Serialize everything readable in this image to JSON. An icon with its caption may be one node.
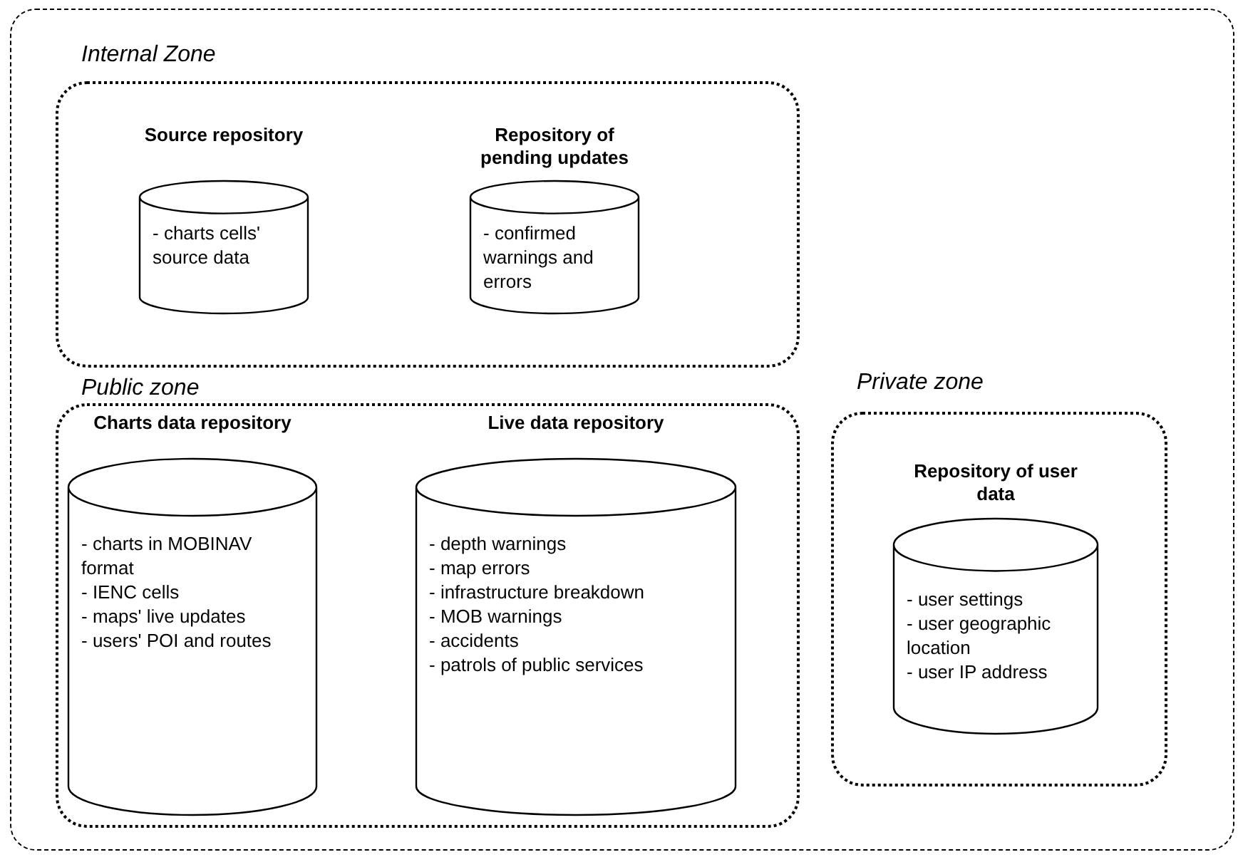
{
  "diagram": {
    "nodes": [
      {
        "text": [],
        "shape": "box"
      },
      {
        "text": [
          "Internal Zone"
        ],
        "in": 0
      },
      {
        "text": [
          "Source repository",
          "- charts cells' source data"
        ],
        "in": 1
      },
      {
        "text": [
          "Repository of pending updates",
          "- confirmed warnings and errors"
        ],
        "in": 1
      },
      {
        "text": [
          "Public zone"
        ],
        "in": 0
      },
      {
        "text": [
          "Charts data repository",
          "- charts in MOBINAV format",
          "- IENC cells",
          "- maps' live updates",
          "- users' POI and routes"
        ],
        "in": 4
      },
      {
        "text": [
          "Live data repository",
          "- depth warnings",
          "- map errors",
          "- infrastructure breakdown",
          "- MOB warnings",
          "- accidents",
          "- patrols of public services"
        ],
        "in": 4
      },
      {
        "text": [
          "Private zone"
        ],
        "in": 0
      },
      {
        "text": [
          "Repository of user data",
          "- user settings",
          "- user geographic location",
          "- user IP address"
        ],
        "in": 7
      }
    ]
  }
}
